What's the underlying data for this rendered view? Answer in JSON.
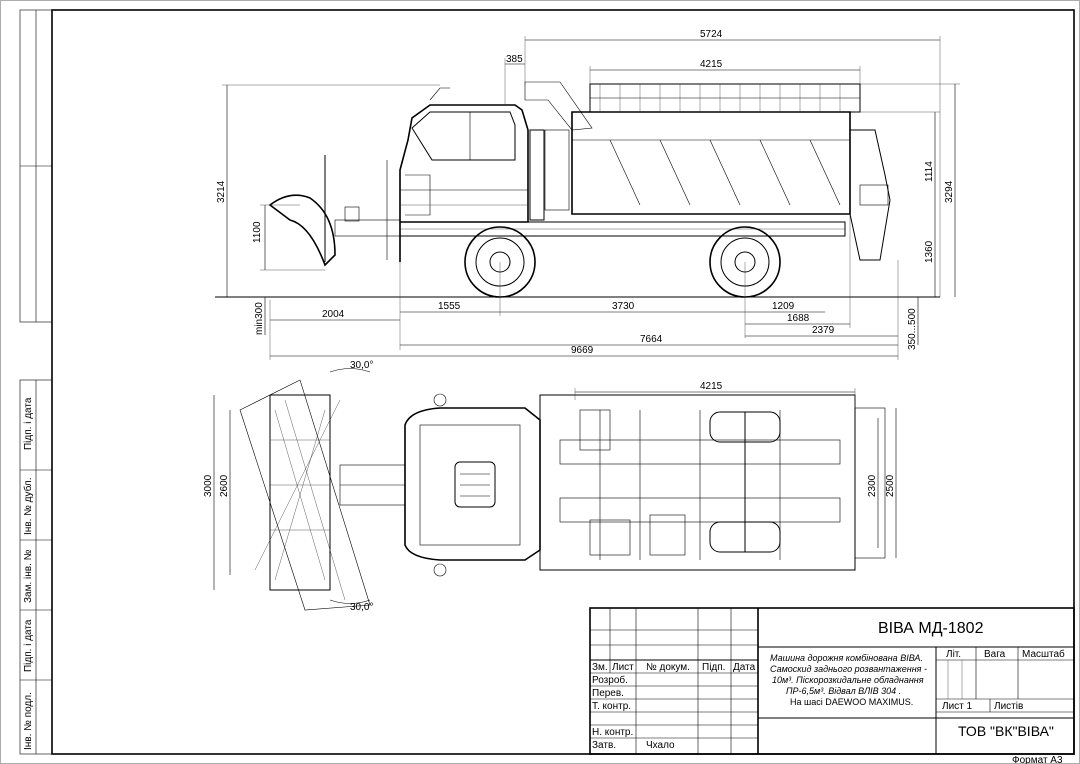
{
  "dimensions_side": {
    "d5724": "5724",
    "d385": "385",
    "d4215": "4215",
    "d3214": "3214",
    "d1100": "1100",
    "d1114": "1114",
    "d3294": "3294",
    "d1360": "1360",
    "dmin300": "min300",
    "d350_500": "350...500",
    "d2004": "2004",
    "d1555": "1555",
    "d3730": "3730",
    "d1209": "1209",
    "d1688": "1688",
    "d2379": "2379",
    "d7664": "7664",
    "d9669": "9669"
  },
  "dimensions_top": {
    "angle_top": "30,0°",
    "angle_bottom": "30,0°",
    "d4215": "4215",
    "d3000": "3000",
    "d2600": "2600",
    "d2300": "2300",
    "d2500": "2500"
  },
  "side_stamp": {
    "inv_podl": "Інв. № подл.",
    "pidp_data_1": "Підп. і дата",
    "zam_inv": "Зам. інв. №",
    "inv_dubl": "Інв. № дубл.",
    "pidp_data_2": "Підп. і дата"
  },
  "title_block": {
    "product_name": "ВІВА МД-1802",
    "description": [
      "Машина дорожня комбінована ВІВА.",
      "Самоскид заднього розвантаження -",
      "10м³. Піскорозкидальне обладнання",
      "ПР-6,5м³. Відвал ВЛІВ 304 .",
      "На шасі DAEWOO MAXIMUS."
    ],
    "col_zm": "Зм.",
    "col_lyst": "Лист",
    "col_dokum": "№ докум.",
    "col_pidp": "Підп.",
    "col_data": "Дата",
    "row_rozrob": "Розроб.",
    "row_perev": "Перев.",
    "row_tkontr": "Т. контр.",
    "row_nkontr": "Н. контр.",
    "row_zatv": "Затв.",
    "zatv_name": "Чхало",
    "lit": "Літ.",
    "vaga": "Вага",
    "mashtab": "Масштаб",
    "lyst": "Лист 1",
    "lystiv": "Листів",
    "company": "ТОВ \"ВК\"ВІВА\"",
    "format": "Формат А3"
  }
}
